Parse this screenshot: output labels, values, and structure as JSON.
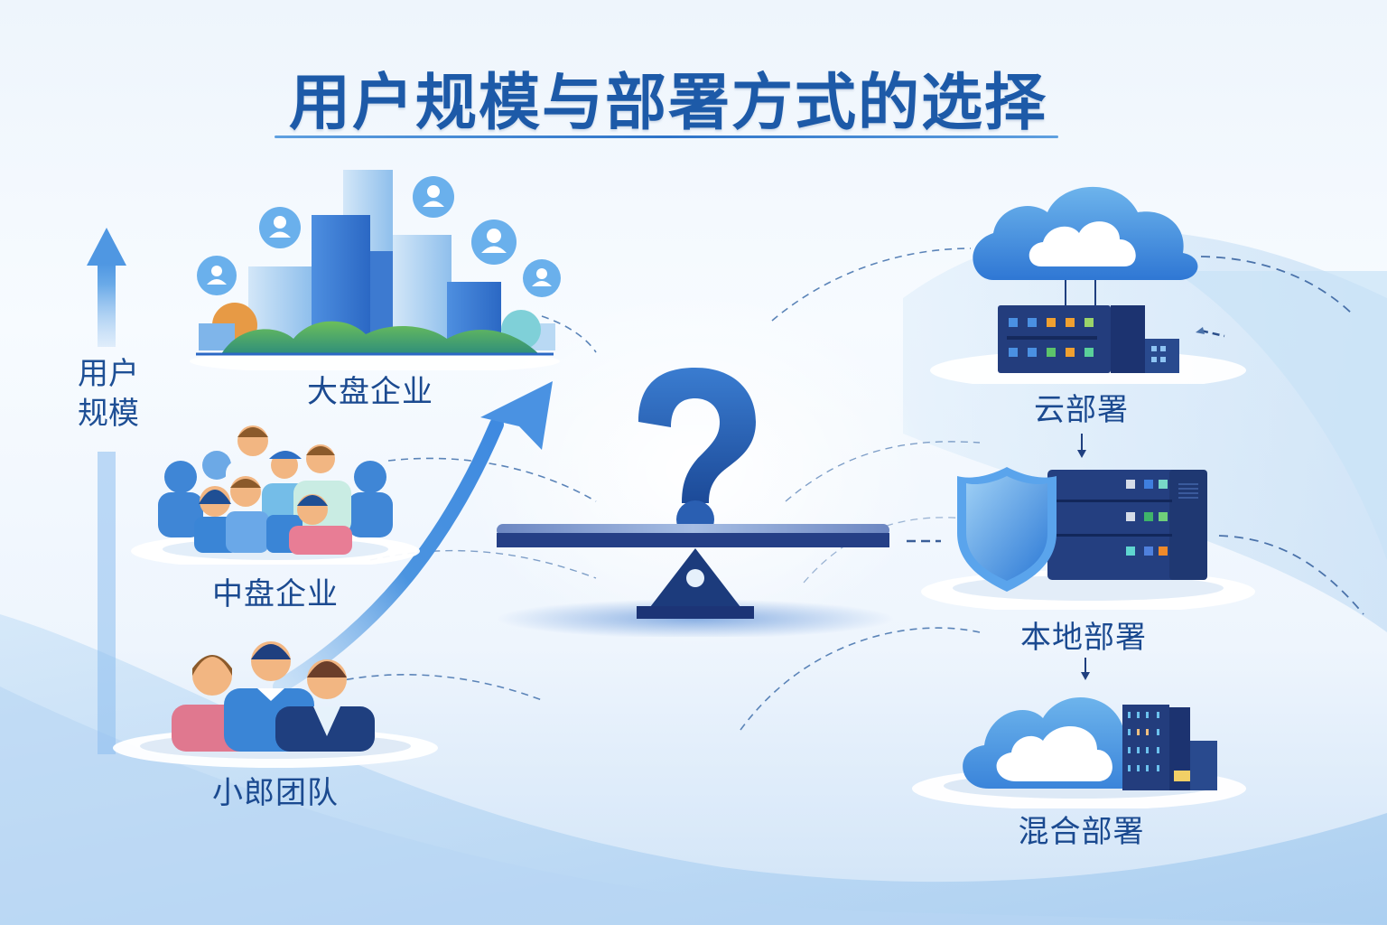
{
  "title": "用户规模与部署方式的选择",
  "axis": {
    "label_line1": "用户",
    "label_line2": "规模",
    "direction_icon": "arrow-up-icon"
  },
  "user_scales": [
    {
      "label": "大盘企业",
      "icon": "city-buildings-icon"
    },
    {
      "label": "中盘企业",
      "icon": "group-people-icon"
    },
    {
      "label": "小郎团队",
      "icon": "team-three-people-icon"
    }
  ],
  "center": {
    "icon": "question-mark-balance-scale-icon",
    "growth_icon": "growth-arrow-icon"
  },
  "deployment_options": [
    {
      "label": "云部署",
      "icon": "cloud-server-icon"
    },
    {
      "label": "本地部署",
      "icon": "shield-server-icon"
    },
    {
      "label": "混合部署",
      "icon": "cloud-building-icon"
    }
  ],
  "colors": {
    "title": "#1d5aa8",
    "label": "#1b4a90",
    "primary_dark": "#1f3f7f",
    "accent_blue": "#3f8fe0",
    "light_blue": "#8cc3f0"
  }
}
